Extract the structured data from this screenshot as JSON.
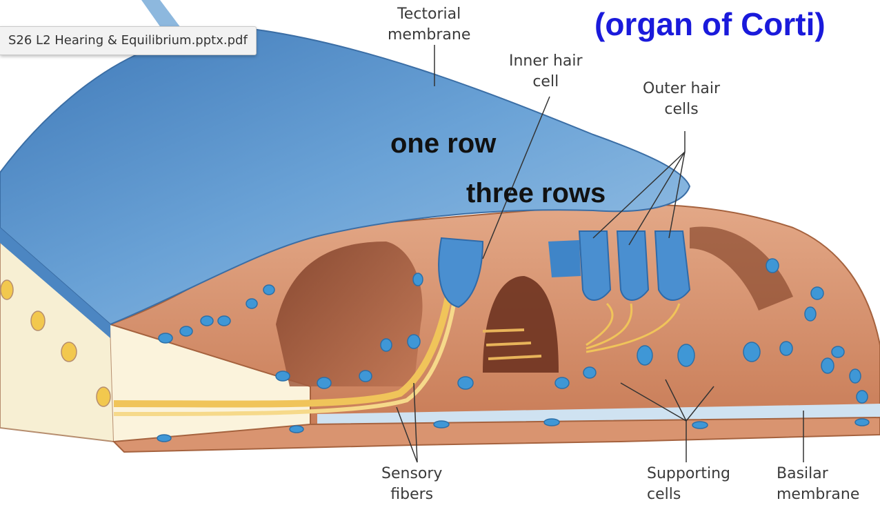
{
  "tab": {
    "filename": "S26 L2 Hearing & Equilibrium.pptx.pdf"
  },
  "heading": "(organ of Corti)",
  "annotations": {
    "inner_rows": "one row",
    "outer_rows": "three rows"
  },
  "labels": {
    "tectorial": [
      "Tectorial",
      "membrane"
    ],
    "inner_hair": [
      "Inner hair",
      "cell"
    ],
    "outer_hair": [
      "Outer hair",
      "cells"
    ],
    "sensory": [
      "Sensory",
      "fibers"
    ],
    "supporting": [
      "Supporting",
      "cells"
    ],
    "basilar": [
      "Basilar",
      "membrane"
    ]
  },
  "colors": {
    "heading": "#1a1adb",
    "tectorial": "#5b93cc",
    "tissue": "#d08a63",
    "nucleus": "#3f97d6",
    "nerve": "#f0c45a"
  }
}
